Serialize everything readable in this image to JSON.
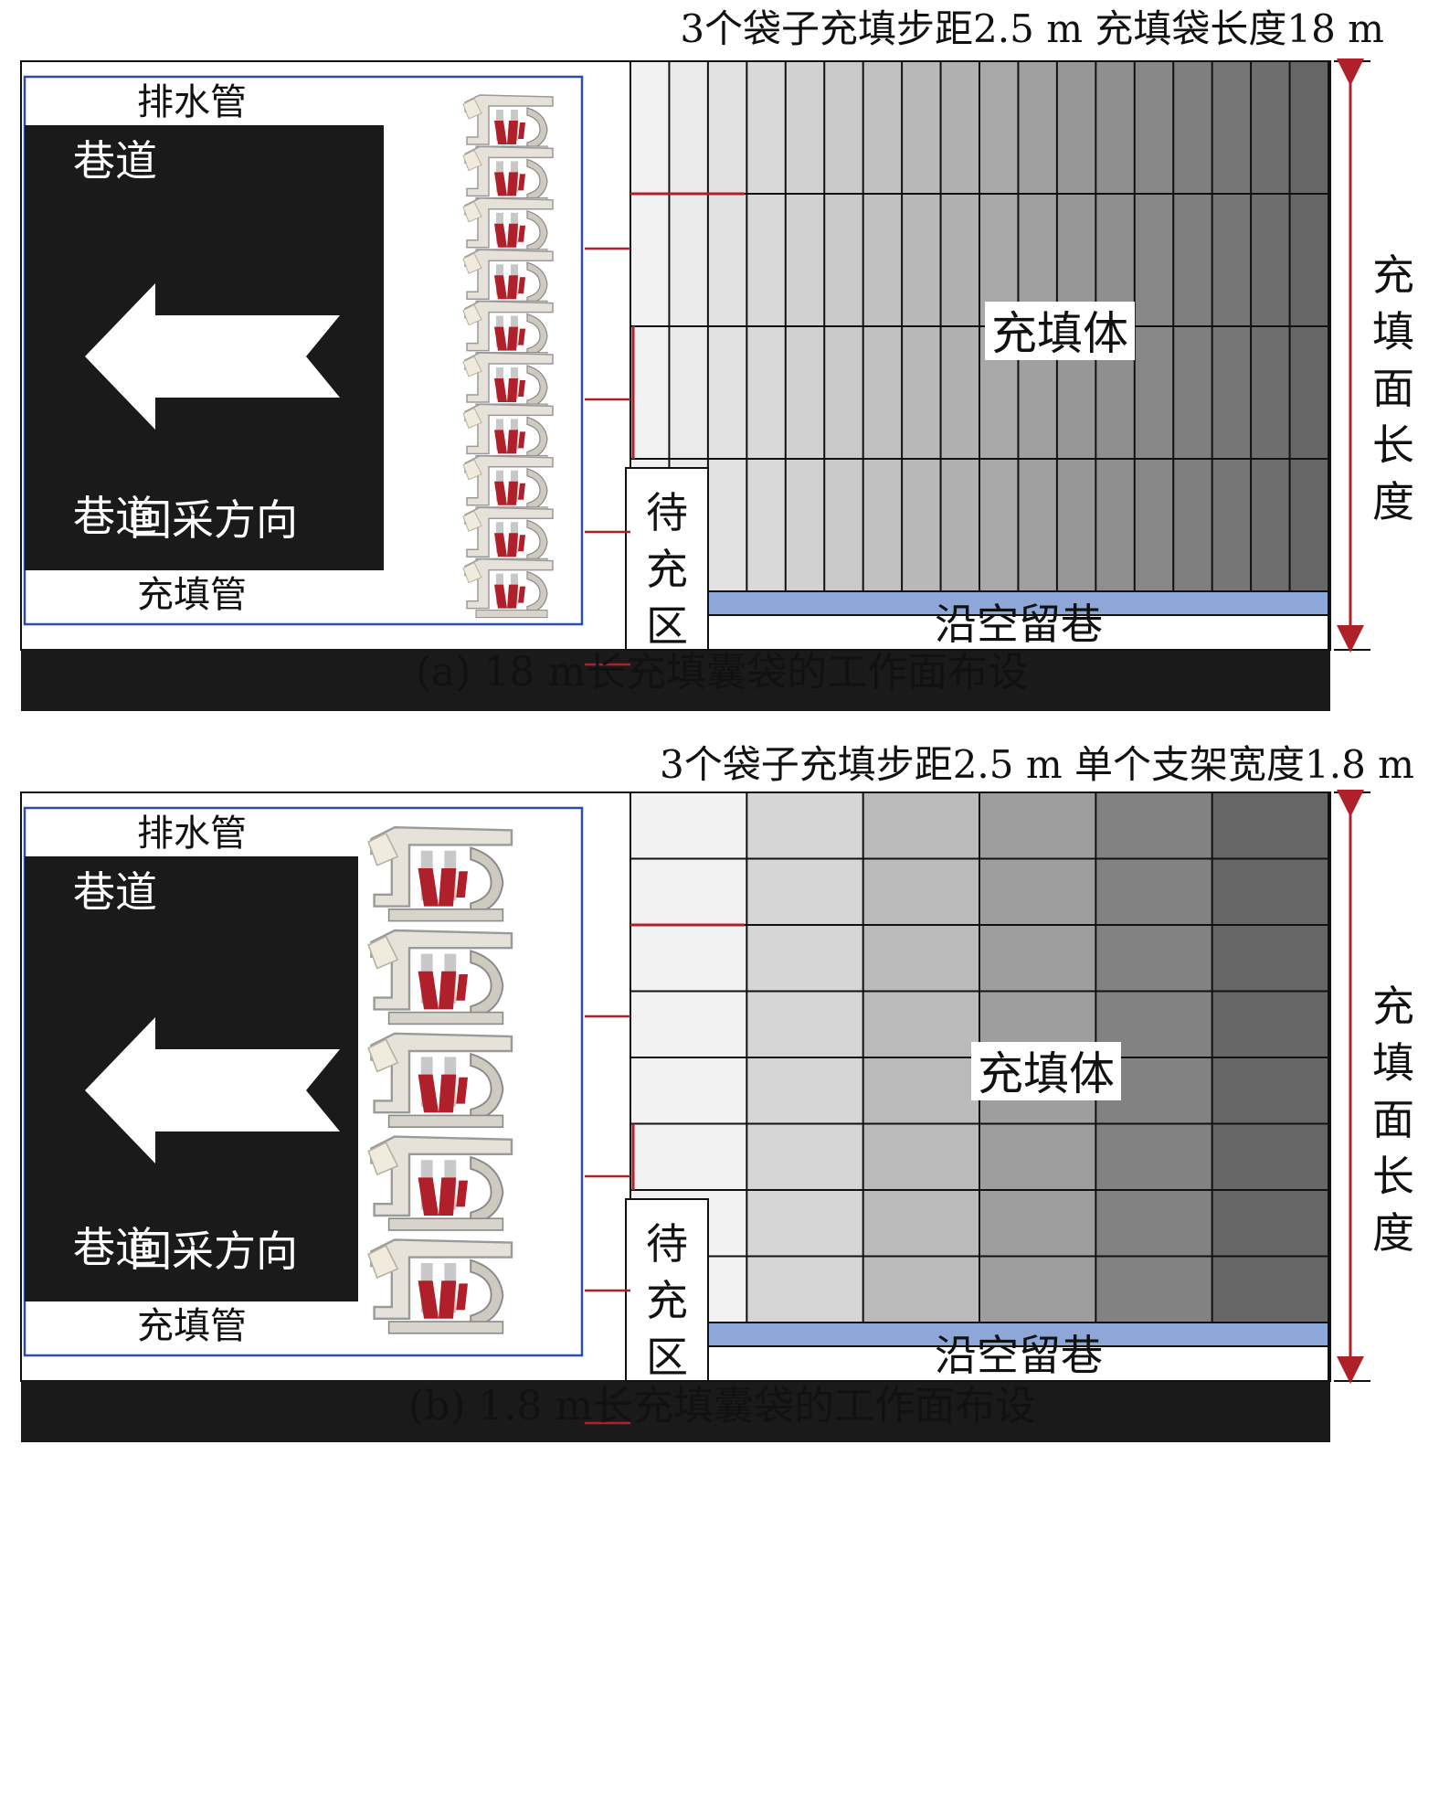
{
  "panels": [
    {
      "top_note": "3个袋子充填步距2.5 m 充填袋长度18 m",
      "roadway_top": "巷道",
      "roadway_bottom": "巷道",
      "drain_pipe": "排水管",
      "fill_pipe": "充填管",
      "mining_direction": "回采方向",
      "fill_body": "充填体",
      "pending_zone": [
        "待",
        "充",
        "区"
      ],
      "gob_roadway": "沿空留巷",
      "face_length": [
        "充",
        "填",
        "面",
        "长",
        "度"
      ],
      "caption": "(a) 18 m长充填囊袋的工作面布设",
      "fill_columns": 18,
      "fill_rows": 4,
      "support_count": 10
    },
    {
      "top_note": "3个袋子充填步距2.5 m 单个支架宽度1.8 m",
      "roadway_top": "巷道",
      "roadway_bottom": "巷道",
      "drain_pipe": "排水管",
      "fill_pipe": "充填管",
      "mining_direction": "回采方向",
      "fill_body": "充填体",
      "pending_zone": [
        "待",
        "充",
        "区"
      ],
      "gob_roadway": "沿空留巷",
      "face_length": [
        "充",
        "填",
        "面",
        "长",
        "度"
      ],
      "caption": "(b) 1.8 m长充填囊袋的工作面布设",
      "fill_columns": 6,
      "fill_rows": 8,
      "support_count": 5
    }
  ],
  "colors": {
    "roadway": "#1a1a1a",
    "pipe_line": "#2b4fa8",
    "fill_blue": "#8ea7d9",
    "red": "#b0202a",
    "grid_line": "#111111"
  }
}
